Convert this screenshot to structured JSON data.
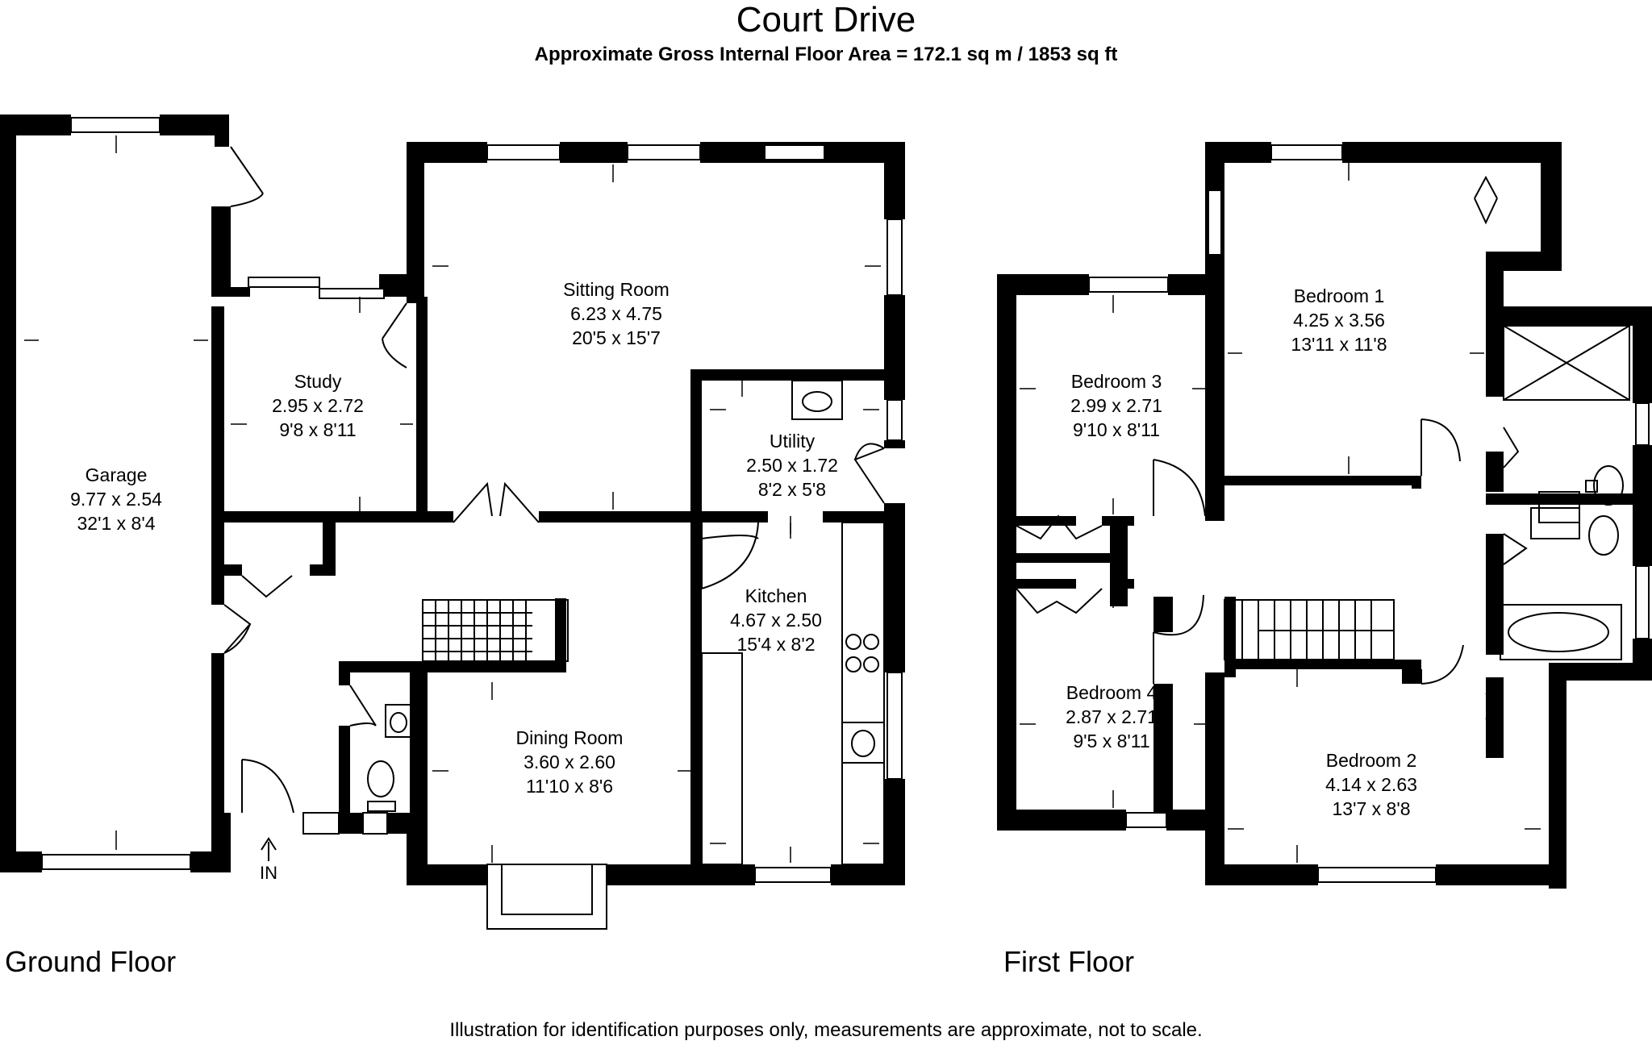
{
  "title": "Court Drive",
  "subtitle": "Approximate Gross Internal Floor Area  = 172.1 sq m  / 1853 sq ft",
  "floors": {
    "ground": "Ground Floor",
    "first": "First Floor"
  },
  "disclaimer": "Illustration for identification purposes only, measurements are approximate, not to scale.",
  "entrance_label": "IN",
  "rooms": {
    "garage": {
      "name": "Garage",
      "metric": "9.77 x 2.54",
      "imperial": "32'1 x 8'4"
    },
    "study": {
      "name": "Study",
      "metric": "2.95 x 2.72",
      "imperial": "9'8 x 8'11"
    },
    "sitting": {
      "name": "Sitting Room",
      "metric": "6.23 x 4.75",
      "imperial": "20'5 x 15'7"
    },
    "utility": {
      "name": "Utility",
      "metric": "2.50 x 1.72",
      "imperial": "8'2 x 5'8"
    },
    "kitchen": {
      "name": "Kitchen",
      "metric": "4.67 x 2.50",
      "imperial": "15'4 x 8'2"
    },
    "dining": {
      "name": "Dining Room",
      "metric": "3.60 x 2.60",
      "imperial": "11'10 x 8'6"
    },
    "bedroom1": {
      "name": "Bedroom 1",
      "metric": "4.25 x 3.56",
      "imperial": "13'11 x 11'8"
    },
    "bedroom2": {
      "name": "Bedroom 2",
      "metric": "4.14 x 2.63",
      "imperial": "13'7 x 8'8"
    },
    "bedroom3": {
      "name": "Bedroom 3",
      "metric": "2.99 x 2.71",
      "imperial": "9'10 x 8'11"
    },
    "bedroom4": {
      "name": "Bedroom 4",
      "metric": "2.87 x 2.71",
      "imperial": "9'5 x 8'11"
    }
  }
}
